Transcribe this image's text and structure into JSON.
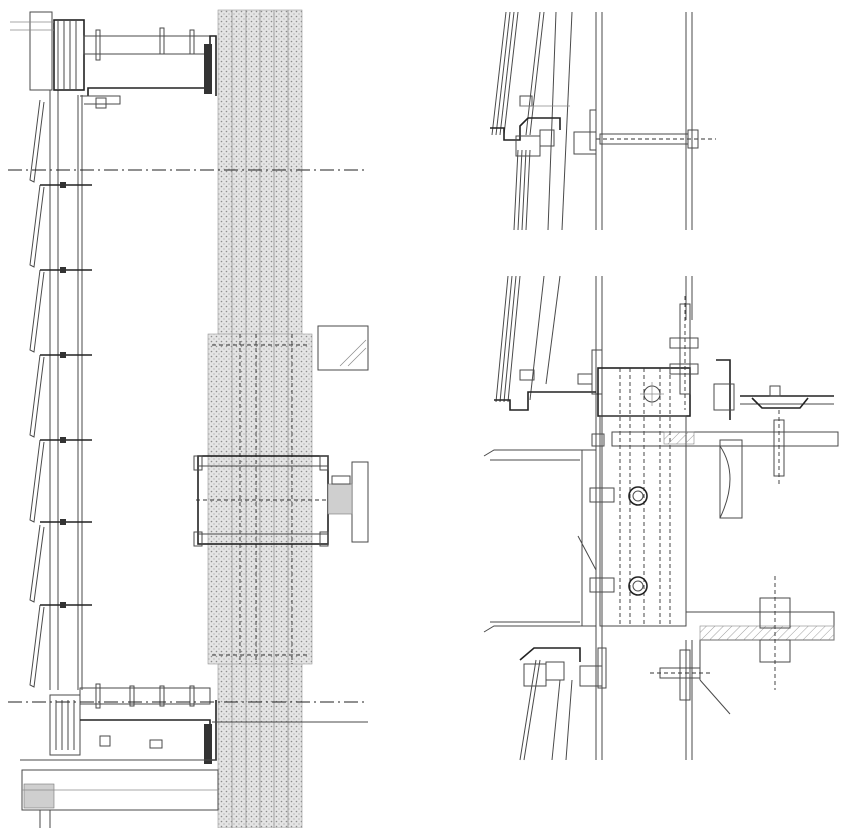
{
  "drawing": {
    "kind": "curtain wall section detail",
    "views": [
      "left-elevation-section",
      "right-top-detail",
      "right-bottom-detail"
    ],
    "colors": {
      "line": "#4a4a4a",
      "heavy_line": "#222222",
      "fill_light": "#cfcfcf",
      "background": "#ffffff"
    }
  }
}
